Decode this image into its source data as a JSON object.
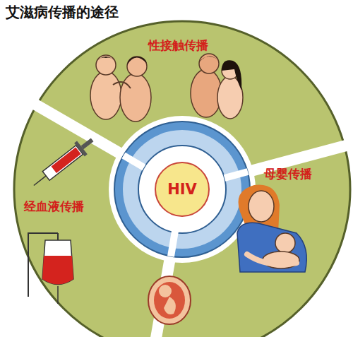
{
  "diagram": {
    "title": "艾滋病传播的途径",
    "nodes": [
      {
        "text": [
          "HIV"
        ]
      },
      {
        "text": [
          "性接触传播"
        ]
      },
      {
        "text": [
          "母婴传播"
        ]
      },
      {
        "text": [
          "经血液传播"
        ]
      }
    ]
  }
}
